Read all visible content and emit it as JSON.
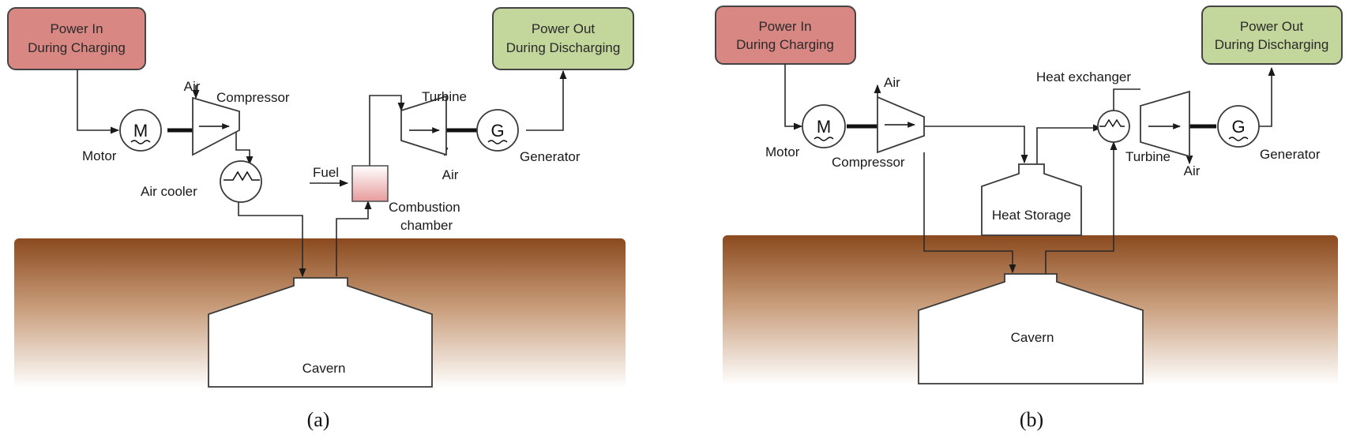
{
  "colors": {
    "power_in_fill": "#d98783",
    "power_out_fill": "#c3d69b",
    "ground_top": "#8b4a1e",
    "ground_bottom": "#ffffff",
    "combustion_fill": "#e79b9b"
  },
  "a": {
    "power_in": [
      "Power In",
      "During Charging"
    ],
    "power_out": [
      "Power Out",
      "During Discharging"
    ],
    "motor_symbol": "M",
    "generator_symbol": "G",
    "motor": "Motor",
    "air_in": "Air",
    "compressor": "Compressor",
    "air_cooler": "Air cooler",
    "fuel": "Fuel",
    "combustion": [
      "Combustion",
      "chamber"
    ],
    "turbine": "Turbine",
    "generator": "Generator",
    "air_out": "Air",
    "cavern": "Cavern",
    "caption": "(a)"
  },
  "b": {
    "power_in": [
      "Power In",
      "During Charging"
    ],
    "power_out": [
      "Power Out",
      "During Discharging"
    ],
    "motor_symbol": "M",
    "generator_symbol": "G",
    "motor": "Motor",
    "air_in": "Air",
    "compressor": "Compressor",
    "heat_exchanger": "Heat exchanger",
    "heat_storage": "Heat Storage",
    "turbine": "Turbine",
    "generator": "Generator",
    "air_out": "Air",
    "cavern": "Cavern",
    "caption": "(b)"
  }
}
